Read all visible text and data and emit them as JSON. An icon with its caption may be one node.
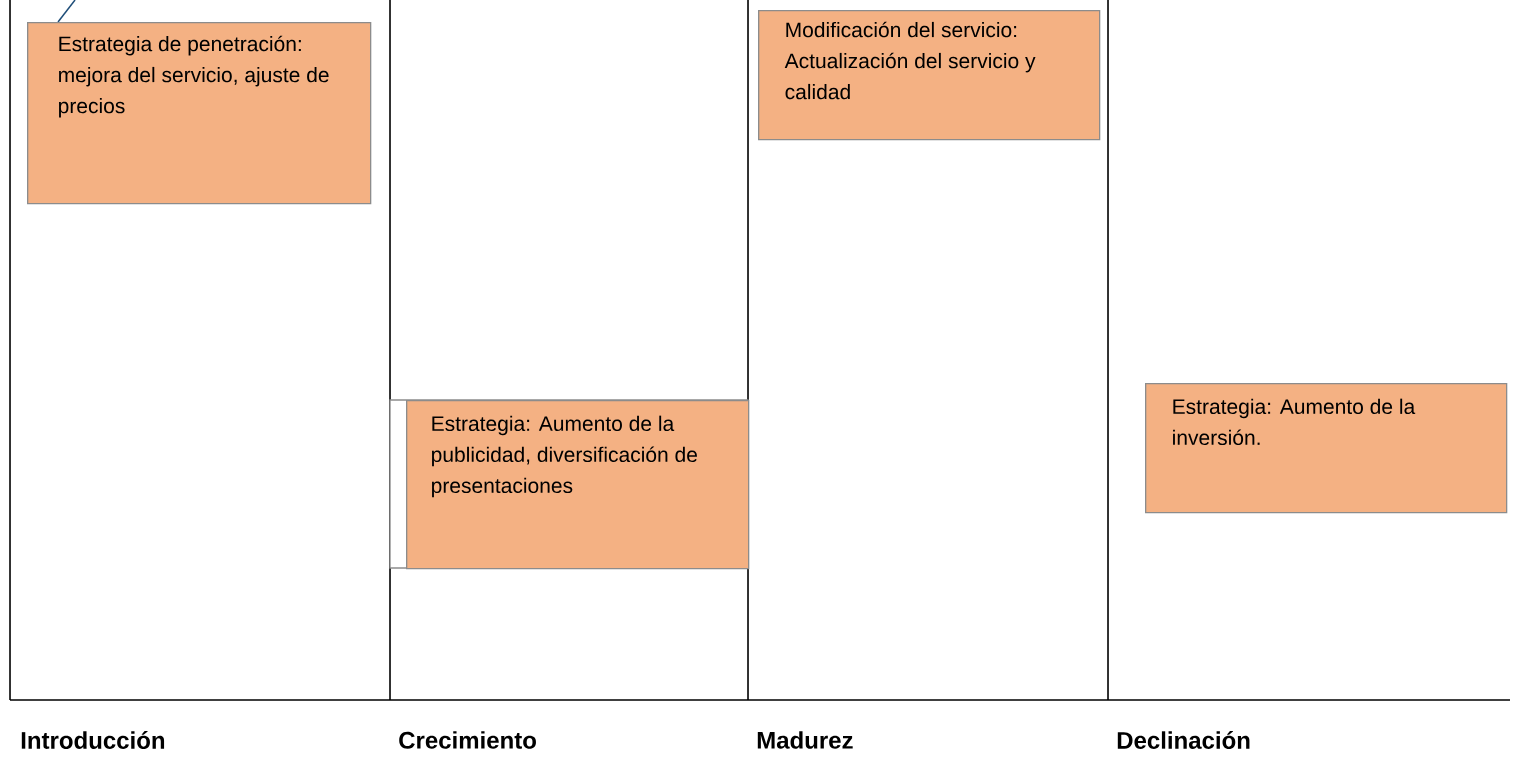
{
  "diagram": {
    "nodes": [
      {
        "text": [
          "Estrategia de penetración: mejora del servicio, ajuste de precios"
        ]
      },
      {
        "text": [
          "Modificación del servicio: Actualización del servicio y calidad"
        ]
      },
      {
        "text": [
          "Estrategia: Aumento de la publicidad, diversificación de presentaciones"
        ]
      },
      {
        "text": [
          "Estrategia: Aumento de la inversión."
        ]
      }
    ],
    "labels": [
      "Introducción",
      "Crecimiento",
      "Madurez",
      "Declinación"
    ]
  }
}
